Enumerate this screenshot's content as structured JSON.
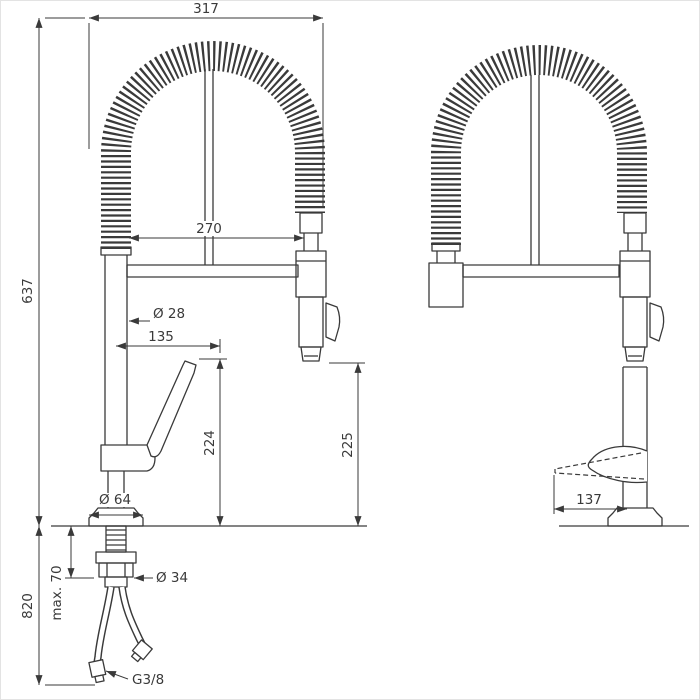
{
  "theme": {
    "line-color": "#3a3a3a",
    "bg-color": "#ffffff"
  },
  "drawing": {
    "dimensions": {
      "top_width": "317",
      "spout_span": "270",
      "total_height": "637",
      "pipe_diameter": "Ø 28",
      "handle_reach": "135",
      "handle_height": "224",
      "spray_height": "225",
      "base_diameter": "Ø 64",
      "shank_diameter": "Ø 34",
      "hose_length": "820",
      "max_counter_thickness": "max. 70",
      "side_reach": "137",
      "connection_thread": "G3/8"
    }
  }
}
